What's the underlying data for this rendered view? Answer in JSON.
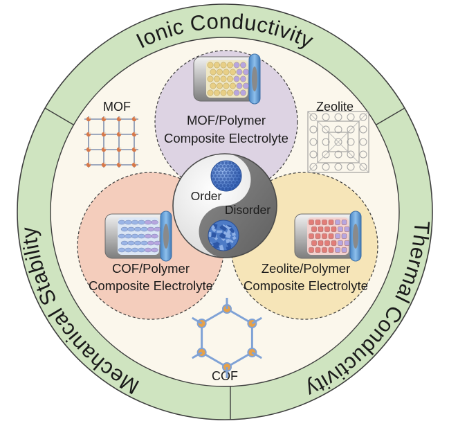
{
  "ring": {
    "top": "Ionic Conductivity",
    "left": "Mechanical Stability",
    "right": "Thermal Conductivity"
  },
  "frameworks": {
    "mof": "MOF",
    "zeolite": "Zeolite",
    "cof": "COF"
  },
  "composites": {
    "mof": {
      "line1": "MOF/Polymer",
      "line2": "Composite Electrolyte"
    },
    "cof": {
      "line1": "COF/Polymer",
      "line2": "Composite Electrolyte"
    },
    "zeolite": {
      "line1": "Zeolite/Polymer",
      "line2": "Composite Electrolyte"
    }
  },
  "center": {
    "order": "Order",
    "disorder": "Disorder"
  },
  "colors": {
    "ring_fill": "#cfe4c0",
    "ring_stroke": "#3d3d3d",
    "inner_fill": "#fbf7ec",
    "mof_circle": "#ddd3e3",
    "cof_circle": "#f4cdbc",
    "zeolite_circle": "#f6e5b8",
    "battery_cap": "#6aa3d8",
    "mof_particles": "#e8cf86",
    "cof_particles": "#9bb5e6",
    "zeolite_particles": "#e27d78",
    "particles_secondary": "#b7a6df"
  },
  "icons": {
    "mof_structure": "mof-lattice-icon",
    "zeolite_structure": "zeolite-cage-icon",
    "cof_structure": "cof-hexagon-icon",
    "battery": "battery-cell-icon",
    "yin_yang": "yin-yang-icon"
  }
}
